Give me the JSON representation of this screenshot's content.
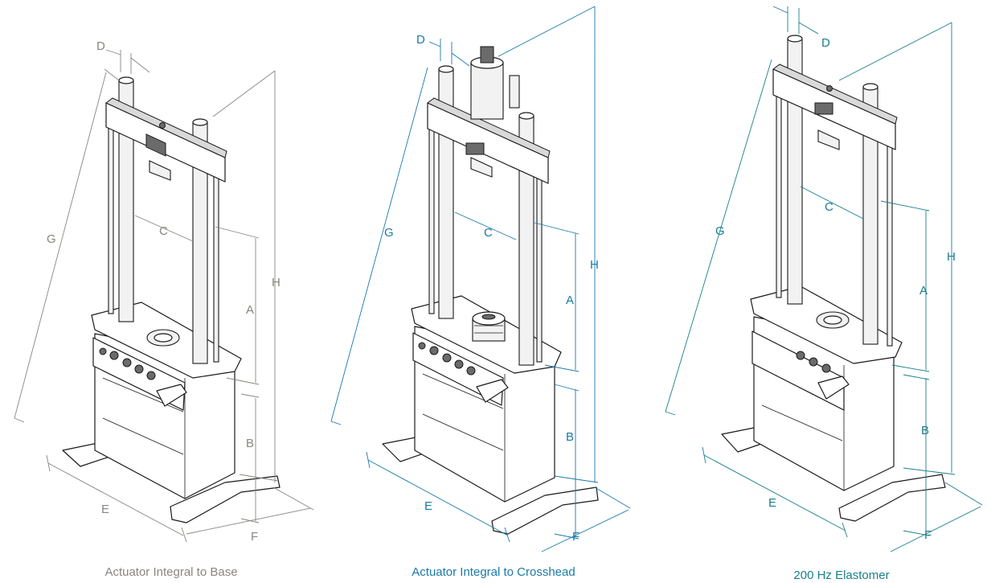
{
  "colors": {
    "figure_1_accent": "#8a8580",
    "figure_2_accent": "#1a7aa8",
    "figure_3_accent": "#1a7f8a",
    "machine_line": "#1a1a1a"
  },
  "figures": [
    {
      "caption": "Actuator Integral to Base",
      "labels": {
        "A": "A",
        "B": "B",
        "C": "C",
        "D": "D",
        "E": "E",
        "F": "F",
        "G": "G",
        "H": "H"
      }
    },
    {
      "caption": "Actuator Integral to Crosshead",
      "labels": {
        "A": "A",
        "B": "B",
        "C": "C",
        "D": "D",
        "E": "E",
        "F": "F",
        "G": "G",
        "H": "H"
      }
    },
    {
      "caption": "200 Hz Elastomer",
      "labels": {
        "A": "A",
        "B": "B",
        "C": "C",
        "D": "D",
        "E": "E",
        "F": "F",
        "G": "G",
        "H": "H"
      }
    }
  ]
}
